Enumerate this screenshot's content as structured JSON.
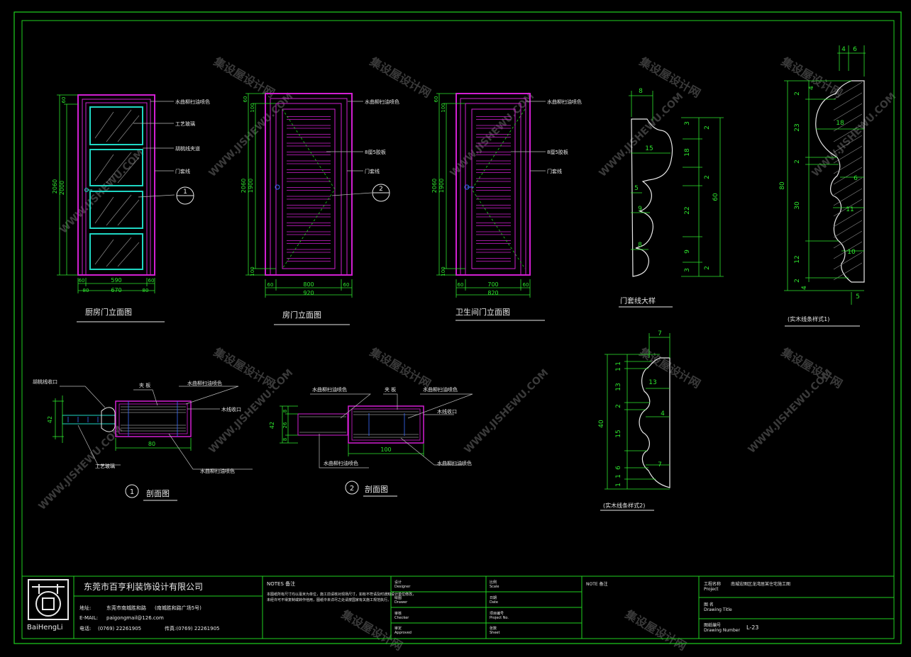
{
  "colors": {
    "frame": "#1fd11f",
    "dim": "#2ee82e",
    "door": "#d21fd2",
    "glass": "#1fd6c3",
    "text": "#e8e8e8",
    "wood": "#8a8a8a",
    "leader": "#b9b9b9"
  },
  "drawings": {
    "kitchen_door": {
      "title": "厨房门立面图",
      "dim_2060": "2060",
      "dim_2000": "2000",
      "dim_60": "60",
      "dim_590": "590",
      "dim_670": "670",
      "dim_80a": "80",
      "dim_80b": "80",
      "dim_60a": "60",
      "dim_60b": "60",
      "labels": [
        "水曲柳扫油喷色",
        "工艺玻璃",
        "胡桃线夹道",
        "门套线"
      ],
      "callout": "1"
    },
    "room_door": {
      "title": "房门立面图",
      "dim_2060": "2060",
      "dim_1900": "1900",
      "dim_100a": "100",
      "dim_100b": "100",
      "dim_60": "60",
      "dim_800": "800",
      "dim_920": "920",
      "dim_60a": "60",
      "dim_60b": "60",
      "labels": [
        "水曲柳扫油喷色",
        "8厘5胶板",
        "门套线"
      ],
      "callout": "2"
    },
    "bath_door": {
      "title": "卫生间门立面图",
      "dim_2060": "2060",
      "dim_1900": "1900",
      "dim_100a": "100",
      "dim_100b": "100",
      "dim_60": "60",
      "dim_700": "700",
      "dim_820": "820",
      "dim_60a": "60",
      "dim_60b": "60",
      "labels": [
        "水曲柳扫油喷色",
        "8厘5胶板",
        "门套线"
      ]
    },
    "moulding_1": {
      "title": "门套线大样",
      "dims": [
        "8",
        "15",
        "5",
        "9",
        "8",
        "3",
        "2",
        "18",
        "2",
        "60",
        "22",
        "9",
        "3",
        "2"
      ]
    },
    "moulding_2": {
      "title": "(实木线条样式1)",
      "dims": [
        "4",
        "6",
        "2",
        "4",
        "18",
        "23",
        "2",
        "6",
        "80",
        "30",
        "11",
        "12",
        "10",
        "2",
        "4",
        "5"
      ]
    },
    "moulding_3": {
      "title": "(实木线条样式2)",
      "dims": [
        "7",
        "1",
        "1",
        "13",
        "13",
        "2",
        "4",
        "40",
        "15",
        "7",
        "6",
        "1",
        "1"
      ]
    },
    "section_1": {
      "title": "剖面图",
      "num": "1",
      "labels": [
        "胡桃线收口",
        "夹 板",
        "水曲柳扫油喷色",
        "木线收口",
        "工艺玻璃",
        "水曲柳扫油喷色"
      ],
      "dim_42": "42",
      "dim_80": "80"
    },
    "section_2": {
      "title": "剖面图",
      "num": "2",
      "labels": [
        "水曲柳扫油喷色",
        "夹 板",
        "水曲柳扫油喷色",
        "木线收口",
        "水曲柳扫油喷色",
        "水曲柳扫油喷色"
      ],
      "dims": [
        "42",
        "8",
        "26",
        "8",
        "100"
      ]
    }
  },
  "titleblock": {
    "company": "东莞市百亨利装饰设计有限公司",
    "logo_text": "BaiHengLi",
    "addr_label": "地址:",
    "addr_value": "东莞市南城胜和路",
    "addr_extra": "(南城胜和路广场5号)",
    "email_label": "E-MAIL:",
    "email_value": "paigongmail@126.com",
    "tel_label": "电话:",
    "tel_value": "(0769) 22261905",
    "fax_label": "传真:(0769) 22261905",
    "notes_label": "NOTES 备注",
    "notes_text": "本图纸所有尺寸均以毫米为单位，施工前请核对现场尺寸，如有不符请及时通知设计单位修改，未经许可不得复制或转作他用，图纸中未详尽之处请按国家有关施工规范执行。",
    "designer": "设计\nDesigner",
    "drawer": "绘图\nDrawer",
    "checker": "审核\nChecker",
    "approved": "审定\nApproved",
    "scale": "比例\nScale",
    "date": "日期\nDate",
    "project_no": "项目编号\nProject No.",
    "sheet": "张数\nSheet",
    "note_label": "NOTE 备注",
    "project_label": "工程名称\nProject",
    "project_value": "南城宏图区龙湾居某住宅施工图",
    "title_label": "图 名\nDrawing Title",
    "number_label": "图纸编号\nDrawing Number",
    "number_value": "L-23"
  },
  "watermark": {
    "cn": "集设屋设计网",
    "en": "WWW.JISHEWU.COM"
  }
}
